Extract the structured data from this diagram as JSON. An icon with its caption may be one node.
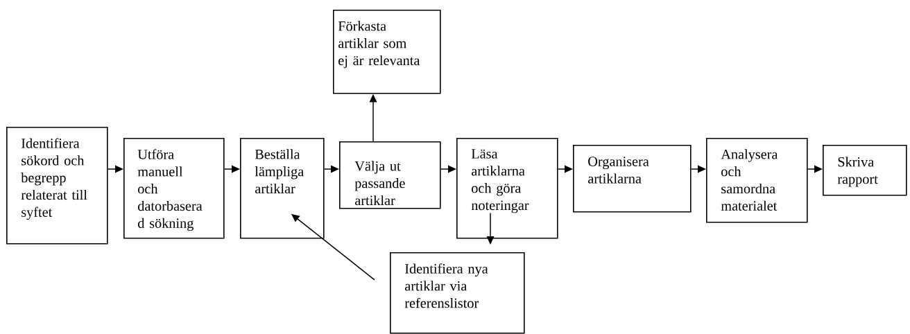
{
  "diagram": {
    "nodes": [
      {
        "text": [
          "Identifiera sökord och begrepp relaterat till syftet"
        ]
      },
      {
        "text": [
          "Utföra manuell och datorbasera d sökning"
        ]
      },
      {
        "text": [
          "Beställa lämpliga artiklar"
        ]
      },
      {
        "text": [
          "Förkasta artiklar som ej är relevanta"
        ]
      },
      {
        "text": [
          "Välja ut passande artiklar"
        ]
      },
      {
        "text": [
          "Läsa artiklarna och göra noteringar"
        ]
      },
      {
        "text": [
          "Organisera artiklarna"
        ]
      },
      {
        "text": [
          "Analysera och samordna materialet"
        ]
      },
      {
        "text": [
          "Skriva rapport"
        ]
      },
      {
        "text": [
          "Identifiera nya artiklar via referenslistor"
        ]
      }
    ],
    "edges": [
      {
        "from": 0,
        "to": 1,
        "arrow": "to"
      },
      {
        "from": 1,
        "to": 2,
        "arrow": "to"
      },
      {
        "from": 2,
        "to": 4,
        "arrow": "to"
      },
      {
        "from": 4,
        "to": 3,
        "arrow": "to"
      },
      {
        "from": 4,
        "to": 5,
        "arrow": "to"
      },
      {
        "from": 5,
        "to": 6,
        "arrow": "to"
      },
      {
        "from": 6,
        "to": 7,
        "arrow": "to"
      },
      {
        "from": 7,
        "to": 8,
        "arrow": "to"
      },
      {
        "from": 5,
        "to": 9,
        "arrow": "to"
      },
      {
        "from": 9,
        "to": 2,
        "arrow": "to"
      }
    ]
  }
}
